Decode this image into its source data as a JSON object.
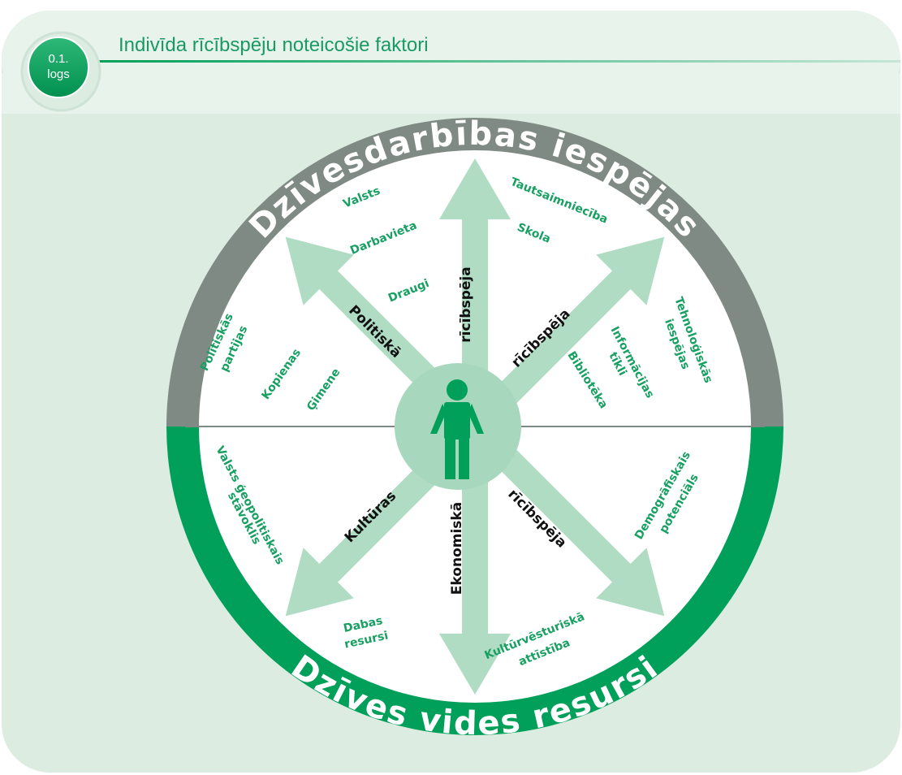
{
  "box": {
    "badge_line1": "0.1.",
    "badge_line2": "logs",
    "title": "Indivīda rīcībspēju noteicošie faktori"
  },
  "rim": {
    "top": "Dzīvesdarbības iespējas",
    "bottom": "Dzīves vides resursi"
  },
  "arrows": {
    "up": "rīcībspēja",
    "up_left": "Politiskā",
    "up_right": "rīcībspēja",
    "down": "Ekonomiskā",
    "down_left": "Kultūras",
    "down_right": "rīcībspēja"
  },
  "factors": {
    "valsts": "Valsts",
    "darbavieta": "Darbavieta",
    "draugi": "Draugi",
    "tautsaimnieciba": "Tautsaimniecība",
    "skola": "Skola",
    "politiskas_1": "Politiskās",
    "politiskas_2": "partijas",
    "kopienas": "Kopienas",
    "gimene": "Ģimene",
    "tehnologiskas_1": "Tehnoloģiskās",
    "tehnologiskas_2": "iespējas",
    "informacijas_1": "Informācijas",
    "informacijas_2": "tīkli",
    "biblioteka": "Bibliotēka",
    "geopolit_1": "Valsts ģeopolitiskais",
    "geopolit_2": "stāvoklis",
    "demogr_1": "Demogrāfiskais",
    "demogr_2": "potenciāls",
    "dabas_1": "Dabas",
    "dabas_2": "resursi",
    "kultur_1": "Kultūrvēsturiskā",
    "kultur_2": "attīstība"
  },
  "colors": {
    "panel": "#dcece0",
    "green": "#00a05a",
    "gray": "#7f8a84",
    "arrow": "#b0dcc4",
    "hub": "#a7d8bd",
    "factor_text": "#18a063"
  }
}
